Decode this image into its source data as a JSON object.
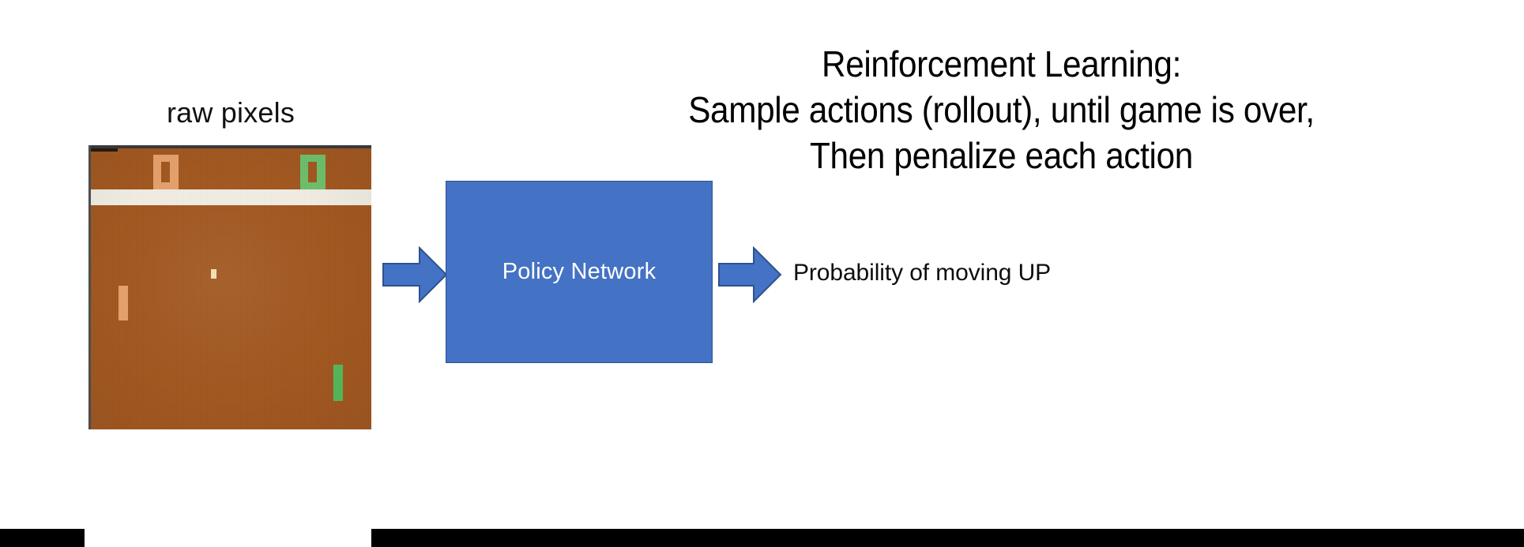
{
  "slide": {
    "background_color": "#ffffff",
    "title_lines": [
      "Reinforcement Learning:",
      "Sample actions (rollout), until game is over,",
      "Then penalize each action"
    ]
  },
  "input": {
    "caption": "raw pixels",
    "game": {
      "name": "pong-screen",
      "field_color": "#a1571f",
      "divider_color": "#f1ece3",
      "bezel_color": "#3a3a3c",
      "score_left": "0",
      "score_left_color": "#e4a06b",
      "score_right": "0",
      "score_right_color": "#6dbf6b",
      "paddle_left_color": "#e4a06b",
      "paddle_right_color": "#55b85a",
      "ball_color": "#f3dfae"
    }
  },
  "pipeline": {
    "arrow_in": "right-arrow-icon",
    "arrow_out": "right-arrow-icon",
    "arrow_color": "#4472c4",
    "arrow_border_color": "#2f528f",
    "network": {
      "label": "Policy Network",
      "fill_color": "#4472c4",
      "border_color": "#2f528f",
      "text_color": "#ffffff"
    },
    "output": {
      "label": "Probability of moving UP",
      "text_color": "#0d0d0d"
    }
  },
  "decor": {
    "bottom_bar_color": "#000000"
  }
}
